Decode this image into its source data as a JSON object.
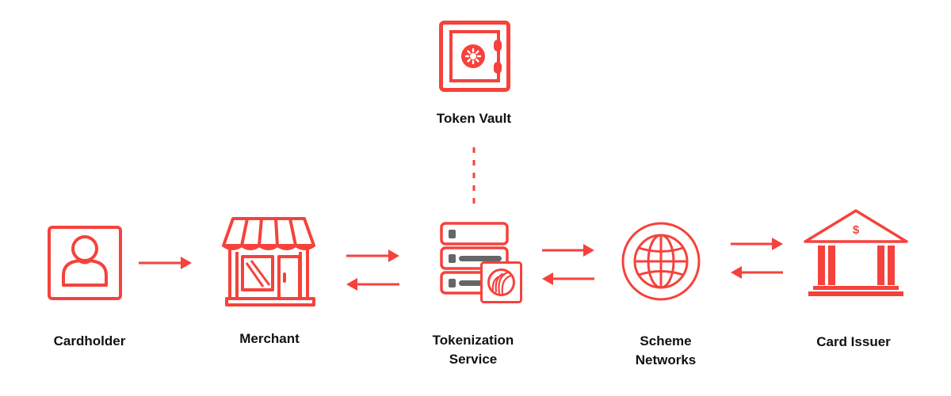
{
  "diagram": {
    "type": "payment-tokenization-flow",
    "accent_color": "#F5423C",
    "text_color": "#111111",
    "icon_gray": "#666666",
    "nodes": [
      {
        "id": "token-vault",
        "label": "Token Vault",
        "icon": "safe-icon"
      },
      {
        "id": "cardholder",
        "label": "Cardholder",
        "icon": "user-icon"
      },
      {
        "id": "merchant",
        "label": "Merchant",
        "icon": "storefront-icon"
      },
      {
        "id": "tokenization-service",
        "label_line1": "Tokenization",
        "label_line2": "Service",
        "icon": "server-contactless-icon"
      },
      {
        "id": "scheme-networks",
        "label_line1": "Scheme",
        "label_line2": "Networks",
        "icon": "globe-icon"
      },
      {
        "id": "card-issuer",
        "label": "Card Issuer",
        "icon": "bank-icon"
      }
    ],
    "edges": [
      {
        "from": "cardholder",
        "to": "merchant",
        "style": "solid",
        "direction": "one-way"
      },
      {
        "from": "merchant",
        "to": "tokenization-service",
        "style": "solid",
        "direction": "two-way"
      },
      {
        "from": "tokenization-service",
        "to": "scheme-networks",
        "style": "solid",
        "direction": "two-way"
      },
      {
        "from": "scheme-networks",
        "to": "card-issuer",
        "style": "solid",
        "direction": "two-way"
      },
      {
        "from": "tokenization-service",
        "to": "token-vault",
        "style": "dashed",
        "direction": "none"
      }
    ]
  }
}
